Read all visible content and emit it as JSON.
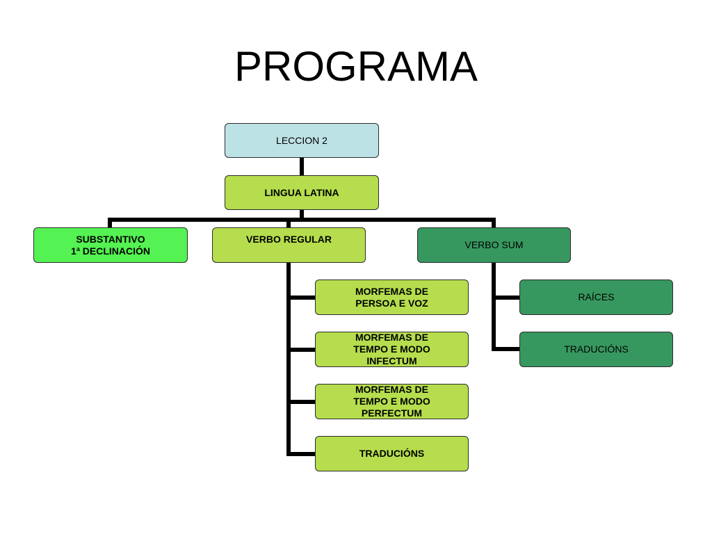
{
  "title": "PROGRAMA",
  "nodes": {
    "leccion": {
      "label": "LECCION 2",
      "color": "#bde2e6"
    },
    "lingua": {
      "label": "LINGUA LATINA",
      "color": "#b5dd4d"
    },
    "substantivo": {
      "label": "SUBSTANTIVO\n1ª DECLINACIÓN",
      "color": "#54f252"
    },
    "verbo_regular": {
      "label": "VERBO REGULAR",
      "color": "#b5dd4d"
    },
    "verbo_sum": {
      "label": "VERBO SUM",
      "color": "#37985f"
    },
    "morfemas_persoa": {
      "label": "MORFEMAS DE\nPERSOA E VOZ",
      "color": "#b5dd4d"
    },
    "morfemas_infectum": {
      "label": "MORFEMAS DE\nTEMPO E MODO\nINFECTUM",
      "color": "#b5dd4d"
    },
    "morfemas_perfectum": {
      "label": "MORFEMAS DE\nTEMPO E MODO\nPERFECTUM",
      "color": "#b5dd4d"
    },
    "traducions_regular": {
      "label": "TRADUCIÓNS",
      "color": "#b5dd4d"
    },
    "raices": {
      "label": "RAÍCES",
      "color": "#37985f"
    },
    "traducions_sum": {
      "label": "TRADUCIÓNS",
      "color": "#37985f"
    }
  },
  "connector_color": "#000000"
}
